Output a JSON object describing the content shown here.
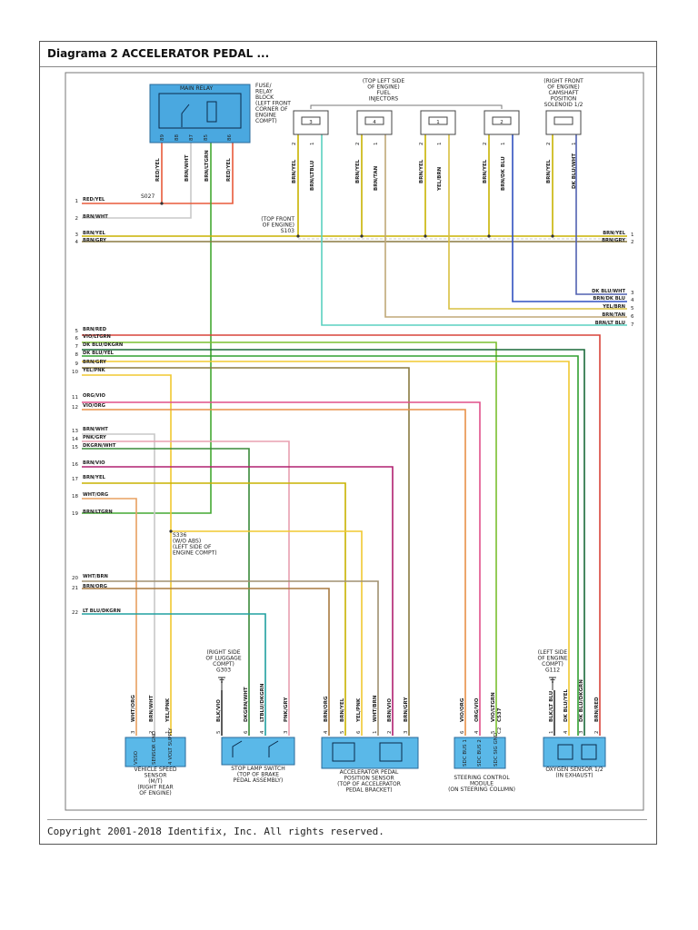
{
  "header": {
    "title": "Diagrama 2 ACCELERATOR PEDAL ..."
  },
  "footer": {
    "copyright": "Copyright 2001-2018 Identifix, Inc. All rights reserved."
  },
  "colors": {
    "red_yel": "#e85a3a",
    "brn_wht": "#c8c8c8",
    "brn_ltgrn": "#44a832",
    "brn_yel": "#c8b200",
    "brn_gry": "#8a7a40",
    "brn_red": "#d8443a",
    "vio_ltgrn": "#7ac030",
    "dkblu_dkgrn": "#1a6a3a",
    "dkblu_yel": "#30a030",
    "yel_pnk": "#f0c830",
    "org_vio": "#e0508a",
    "vio_org": "#e89048",
    "pnk_gry": "#e8a0b0",
    "dkgrn_wht": "#3a8a3a",
    "brn_vio": "#b02070",
    "wht_org": "#e8a060",
    "wht_brn": "#a09070",
    "brn_org": "#a87a40",
    "ltblu_dkgrn": "#20a0a0",
    "brn_ltblu": "#5ad0c0",
    "brn_dkblu": "#3050c0",
    "yel_brn": "#d8c040",
    "brn_tan": "#c0a878",
    "dkblu_wht": "#5060b0"
  },
  "relay": {
    "title": "MAIN RELAY",
    "pins": [
      "89",
      "88",
      "87",
      "85",
      "86"
    ],
    "wires": [
      "RED/YEL",
      "BRN/WHT",
      "BRN/LTGRN",
      "RED/YEL"
    ],
    "caption": [
      "FUSE/",
      "RELAY",
      "BLOCK",
      "(LEFT FRONT",
      "CORNER OF",
      "ENGINE",
      "COMPT)"
    ]
  },
  "injectors": {
    "caption": [
      "(TOP LEFT SIDE",
      "OF ENGINE)",
      "FUEL",
      "INJECTORS"
    ],
    "items": [
      {
        "num": "3",
        "pins": [
          "2",
          "1"
        ],
        "wires": [
          "BRN/YEL",
          "BRN/LTBLU"
        ]
      },
      {
        "num": "4",
        "pins": [
          "2",
          "1"
        ],
        "wires": [
          "BRN/YEL",
          "BRN/TAN"
        ]
      },
      {
        "num": "1",
        "pins": [
          "2",
          "1"
        ],
        "wires": [
          "BRN/YEL",
          "YEL/BRN"
        ]
      },
      {
        "num": "2",
        "pins": [
          "2",
          "1"
        ],
        "wires": [
          "BRN/YEL",
          "BRN/DK BLU"
        ]
      }
    ]
  },
  "camshaft": {
    "caption": [
      "(RIGHT FRONT",
      "OF ENGINE)",
      "CAMSHAFT",
      "POSITION",
      "SOLENOID 1/2"
    ],
    "pins": [
      "2",
      "1"
    ],
    "wires": [
      "BRN/YEL",
      "DK BLU/WHT"
    ]
  },
  "splices": {
    "s027": "S027",
    "s103": [
      "(TOP FRONT",
      "OF ENGINE)",
      "S103"
    ],
    "s336": [
      "S336",
      "(W/O ABS)",
      "(LEFT SIDE OF",
      "ENGINE COMPT)"
    ]
  },
  "left_wires": [
    {
      "n": "1",
      "label": "RED/YEL"
    },
    {
      "n": "2",
      "label": "BRN/WHT"
    },
    {
      "n": "3",
      "label": "BRN/YEL"
    },
    {
      "n": "4",
      "label": "BRN/GRY"
    },
    {
      "n": "5",
      "label": "BRN/RED"
    },
    {
      "n": "6",
      "label": "VIO/LTGRN"
    },
    {
      "n": "7",
      "label": "DK BLU/DKGRN"
    },
    {
      "n": "8",
      "label": "DK BLU/YEL"
    },
    {
      "n": "9",
      "label": "BRN/GRY"
    },
    {
      "n": "10",
      "label": "YEL/PNK"
    },
    {
      "n": "11",
      "label": "ORG/VIO"
    },
    {
      "n": "12",
      "label": "VIO/ORG"
    },
    {
      "n": "13",
      "label": "BRN/WHT"
    },
    {
      "n": "14",
      "label": "PNK/GRY"
    },
    {
      "n": "15",
      "label": "DKGRN/WHT"
    },
    {
      "n": "16",
      "label": "BRN/VIO"
    },
    {
      "n": "17",
      "label": "BRN/YEL"
    },
    {
      "n": "18",
      "label": "WHT/ORG"
    },
    {
      "n": "19",
      "label": "BRN/LTGRN"
    },
    {
      "n": "20",
      "label": "WHT/BRN"
    },
    {
      "n": "21",
      "label": "BRN/ORG"
    },
    {
      "n": "22",
      "label": "LT BLU/DKGRN"
    }
  ],
  "right_wires": [
    {
      "n": "1",
      "label": "BRN/YEL"
    },
    {
      "n": "2",
      "label": "BRN/GRY"
    },
    {
      "n": "3",
      "label": "DK BLU/WHT"
    },
    {
      "n": "4",
      "label": "BRN/DK BLU"
    },
    {
      "n": "5",
      "label": "YEL/BRN"
    },
    {
      "n": "6",
      "label": "BRN/TAN"
    },
    {
      "n": "7",
      "label": "BRN/LT BLU"
    }
  ],
  "grounds": {
    "g303": [
      "(RIGHT SIDE",
      "OF LUGGAGE",
      "COMPT)",
      "G303"
    ],
    "g112": [
      "(LEFT SIDE",
      "OF ENGINE",
      "COMPT)",
      "G112"
    ]
  },
  "components": {
    "vss": {
      "caption": [
        "VEHICLE SPEED",
        "SENSOR",
        "(M/T)",
        "(RIGHT REAR",
        "OF ENGINE)"
      ],
      "pins": [
        "3",
        "2",
        "1"
      ],
      "wires": [
        "WHT/ORG",
        "BRN/WHT",
        "YEL/PNK"
      ],
      "inner": [
        "VSSO",
        "SENSOR GND",
        "4 VOLT SUPPLY"
      ]
    },
    "sls": {
      "caption": [
        "STOP LAMP SWITCH",
        "(TOP OF BRAKE",
        "PEDAL ASSEMBLY)"
      ],
      "pins": [
        "5",
        "6",
        "4",
        "3"
      ],
      "wires": [
        "BLK/VIO",
        "DKGRN/WHT",
        "LTBLU/DKGRN",
        "PNK/GRY"
      ]
    },
    "apps": {
      "caption": [
        "ACCELERATOR PEDAL",
        "POSITION SENSOR",
        "(TOP OF ACCELERATOR",
        "PEDAL BRACKET)"
      ],
      "pins": [
        "4",
        "5",
        "6",
        "1",
        "2",
        "3"
      ],
      "wires": [
        "BRN/ORG",
        "BRN/YEL",
        "YEL/PNK",
        "WHT/BRN",
        "BRN/VIO",
        "BRN/GRY"
      ]
    },
    "scm": {
      "caption": [
        "STEERING CONTROL",
        "MODULE",
        "(ON STEERING COLUMN)"
      ],
      "pins": [
        "6",
        "4",
        "5",
        "C2"
      ],
      "wires": [
        "VIO/ORG",
        "ORG/VIO",
        "VIO/LTGRN",
        "C537"
      ],
      "inner": [
        "SDC BUS 1",
        "SDC BUS 2",
        "SDC SIG GND"
      ]
    },
    "o2s": {
      "caption": [
        "OXYGEN SENSOR 1/2",
        "(IN EXHAUST)"
      ],
      "pins": [
        "1",
        "4",
        "3",
        "2"
      ],
      "wires": [
        "BLK/LT BLU",
        "DK BLU/YEL",
        "DK BLU/DKGRN",
        "BRN/RED"
      ]
    }
  }
}
